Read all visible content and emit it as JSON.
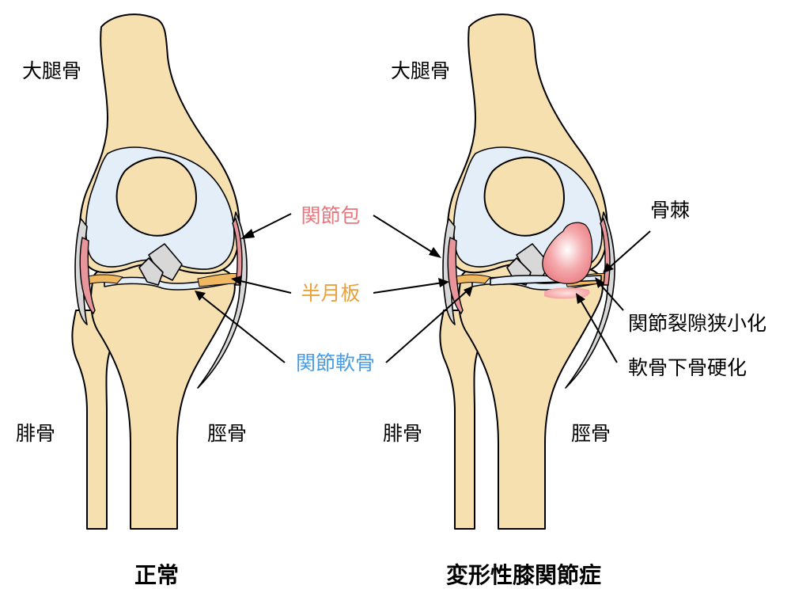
{
  "colors": {
    "bone": "#f7e0b0",
    "cartilage": "#e4eef8",
    "capsule": "#e8959b",
    "meniscus": "#f0b860",
    "ligament": "#d8d8d8",
    "osteophyte": "#f08a8e",
    "sclerosis": "#f2a0a0",
    "label_capsule": "#e8777d",
    "label_meniscus": "#eaa03c",
    "label_cartilage": "#4b9be0"
  },
  "left_knee": {
    "femur_label": "大腿骨",
    "fibula_label": "腓骨",
    "tibia_label": "脛骨",
    "title": "正常"
  },
  "right_knee": {
    "femur_label": "大腿骨",
    "fibula_label": "腓骨",
    "tibia_label": "脛骨",
    "title": "変形性膝関節症"
  },
  "center_labels": {
    "capsule": "関節包",
    "meniscus": "半月板",
    "cartilage": "関節軟骨"
  },
  "oa_labels": {
    "osteophyte": "骨棘",
    "joint_space_narrowing": "関節裂隙狭小化",
    "subchondral_sclerosis": "軟骨下骨硬化"
  }
}
